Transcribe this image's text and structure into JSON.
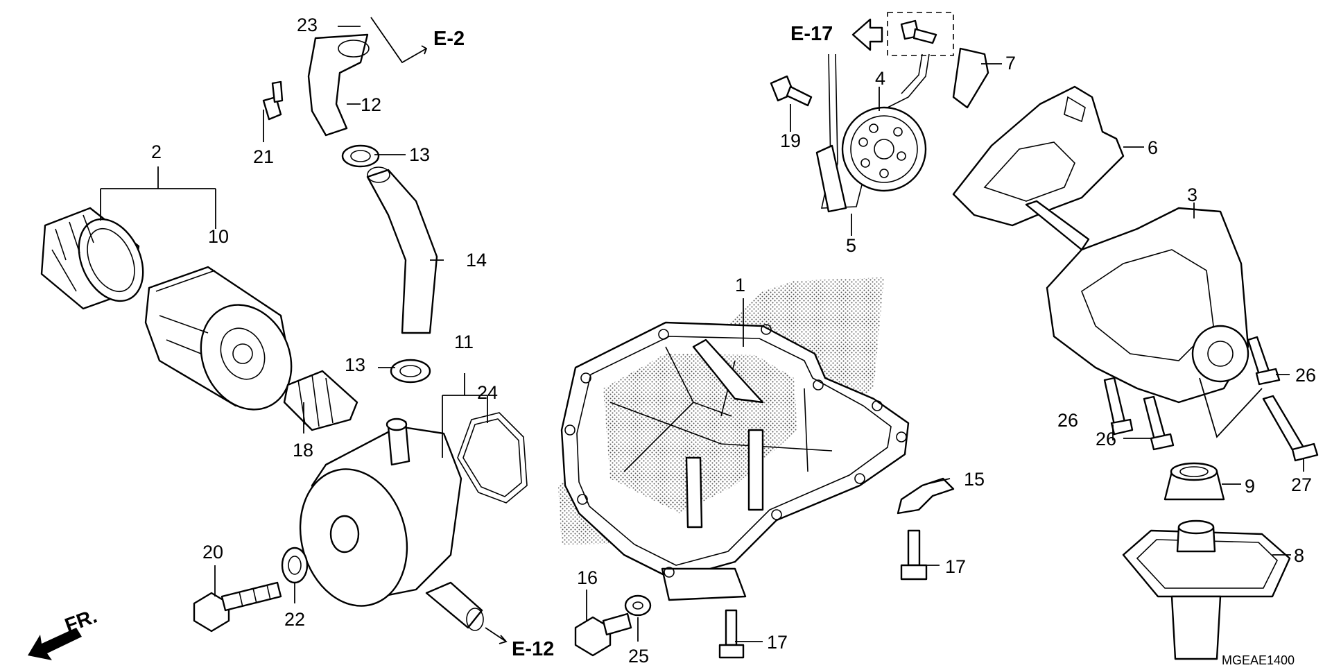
{
  "diagram": {
    "labels": {
      "l1": "1",
      "l2": "2",
      "l3": "3",
      "l4": "4",
      "l5": "5",
      "l6": "6",
      "l7": "7",
      "l8": "8",
      "l9": "9",
      "l10": "10",
      "l11": "11",
      "l12": "12",
      "l13a": "13",
      "l13b": "13",
      "l14": "14",
      "l15": "15",
      "l16": "16",
      "l17a": "17",
      "l17b": "17",
      "l18": "18",
      "l19": "19",
      "l20": "20",
      "l21": "21",
      "l22": "22",
      "l23": "23",
      "l24": "24",
      "l25": "25",
      "l26a": "26",
      "l26b": "26",
      "l26c": "26",
      "l27": "27"
    },
    "refs": {
      "e2": "E-2",
      "e12": "E-12",
      "e17": "E-17"
    },
    "front_label": "FR.",
    "code": "MGEAE1400"
  }
}
